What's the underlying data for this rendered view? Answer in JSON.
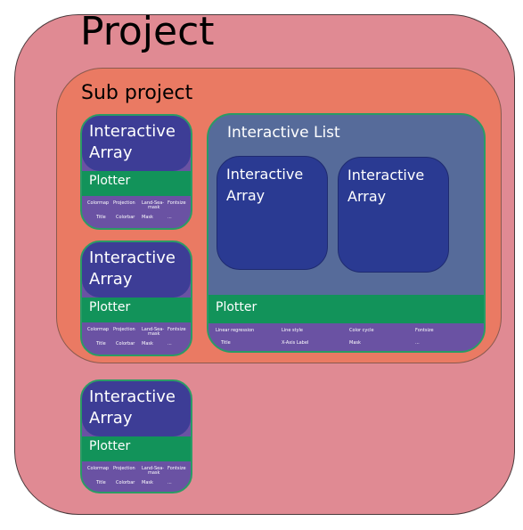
{
  "project": {
    "title": "Project"
  },
  "subproject": {
    "title": "Sub project"
  },
  "array_label": [
    "Interactive",
    "Array"
  ],
  "plotter_label": "Plotter",
  "module_params": {
    "colormap": "Colormap",
    "projection": "Projection",
    "landsea": [
      "Land-Sea-",
      "mask"
    ],
    "fontsize": "Fontsize",
    "title": "Title",
    "colorbar": "Colorbar",
    "mask": "Mask",
    "ellipsis": "..."
  },
  "interactive_list": {
    "title": "Interactive List",
    "params": {
      "linear_regression": "Linear regression",
      "line_style": "Line style",
      "color_cycle": "Color cycle",
      "fontsize": "Fontsize",
      "title": "Title",
      "xaxis_label": "X-Axis Label",
      "mask": "Mask",
      "ellipsis": "..."
    }
  },
  "colors": {
    "project": "#e08a93",
    "subproject": "#ea7a63",
    "interactive_array": "#3d3d96",
    "interactive_list": "#566b9a",
    "plotter": "#12935a",
    "params": "#6a52a3"
  }
}
